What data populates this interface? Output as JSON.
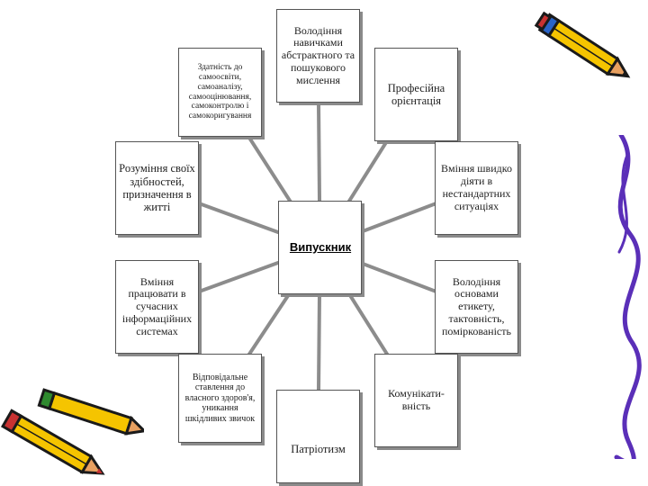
{
  "colors": {
    "connector": "#8c8c8c",
    "box_border": "#555555",
    "pencil_body": "#f5c400",
    "pencil_tip": "#e8a060",
    "pencil_outline": "#1a1a1a",
    "pencil_band": "#2a64c8",
    "pencil_eraser": "#c83232",
    "pencil_green": "#2f8a2f",
    "swirl": "#5a2fb8"
  },
  "center": {
    "label": "Випускник"
  },
  "nodes": [
    {
      "id": "self-education",
      "text": "Здатність до самоосвіти, самоаналізу, самооцінювання, самоконтролю і самокоригування"
    },
    {
      "id": "abstract-thinking",
      "text": "Володіння навичками абстрактного та пошукового мислення"
    },
    {
      "id": "professional-orientation",
      "text": "Професійна орієнтація"
    },
    {
      "id": "self-understanding",
      "text": "Розуміння своїх здібностей, призначення в житті"
    },
    {
      "id": "fast-action",
      "text": "Вміння швидко діяти в нестандартних ситуаціях"
    },
    {
      "id": "info-systems",
      "text": "Вміння працювати в сучасних інформаційних системах"
    },
    {
      "id": "etiquette",
      "text": "Володіння основами етикету, тактовність, поміркованість"
    },
    {
      "id": "health",
      "text": "Відповідальне ставлення до власного здоров'я, уникання шкідливих звичок"
    },
    {
      "id": "communication",
      "text": "Комунікати-вність"
    },
    {
      "id": "patriotism",
      "text": "Патріотизм"
    }
  ],
  "icons": {
    "top_right": "pencil-icon",
    "bottom_left": "crossed-pencils-icon",
    "right_edge": "swirl-decoration"
  }
}
